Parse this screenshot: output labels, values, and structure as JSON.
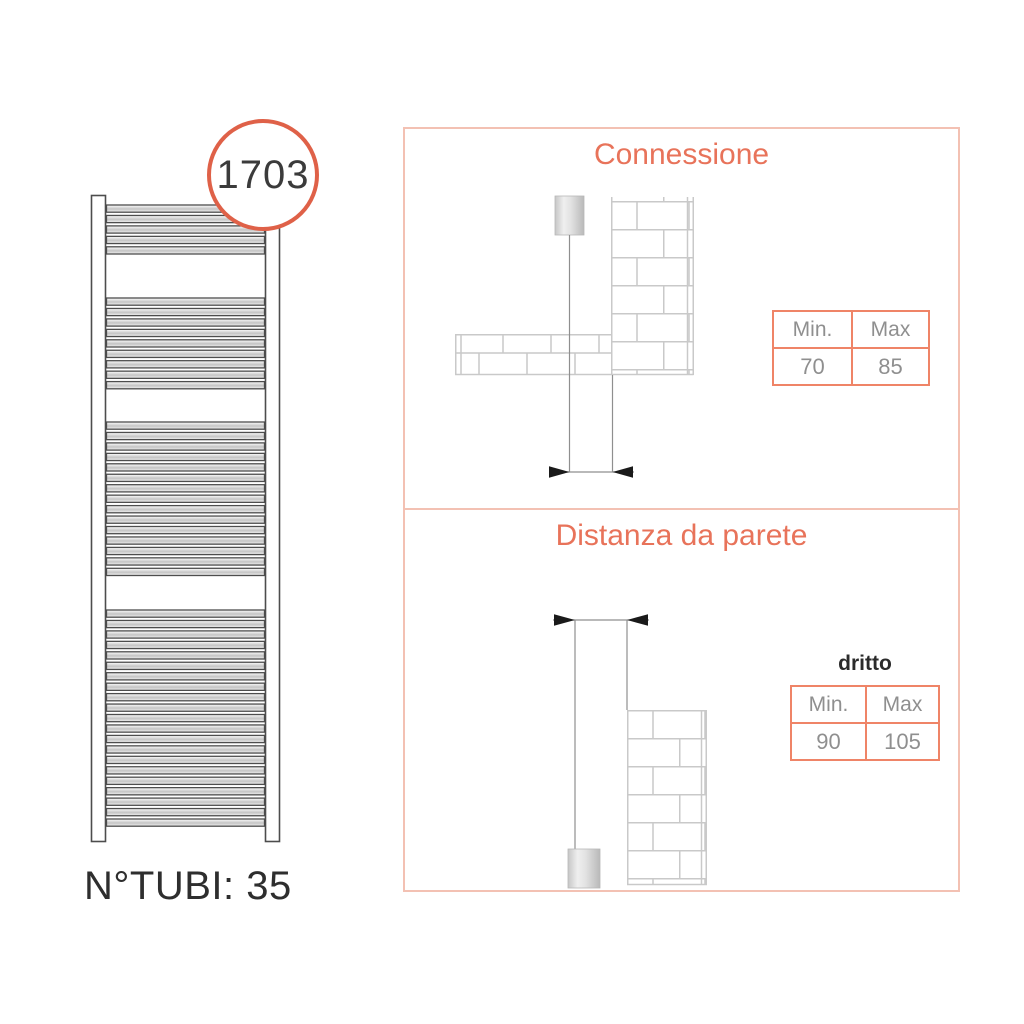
{
  "product": {
    "height_badge": "1703",
    "tubes_label": "N°TUBI: 35"
  },
  "panels": {
    "connection": {
      "title": "Connessione",
      "table": {
        "headers": [
          "Min.",
          "Max"
        ],
        "values": [
          "70",
          "85"
        ]
      }
    },
    "wall_distance": {
      "title": "Distanza da parete",
      "variant_label": "dritto",
      "table": {
        "headers": [
          "Min.",
          "Max"
        ],
        "values": [
          "90",
          "105"
        ]
      }
    }
  },
  "colors": {
    "accent_text": "#E8735A",
    "badge_border": "#DF6148",
    "table_border": "#EF8467",
    "panel_border": "#F3C1B3",
    "diagram_line": "#8F8F8F",
    "brick_line": "#C9C9C9",
    "radiator_line": "#4D4D4D",
    "value_text": "#8F8F8F",
    "dark_text": "#333333"
  }
}
